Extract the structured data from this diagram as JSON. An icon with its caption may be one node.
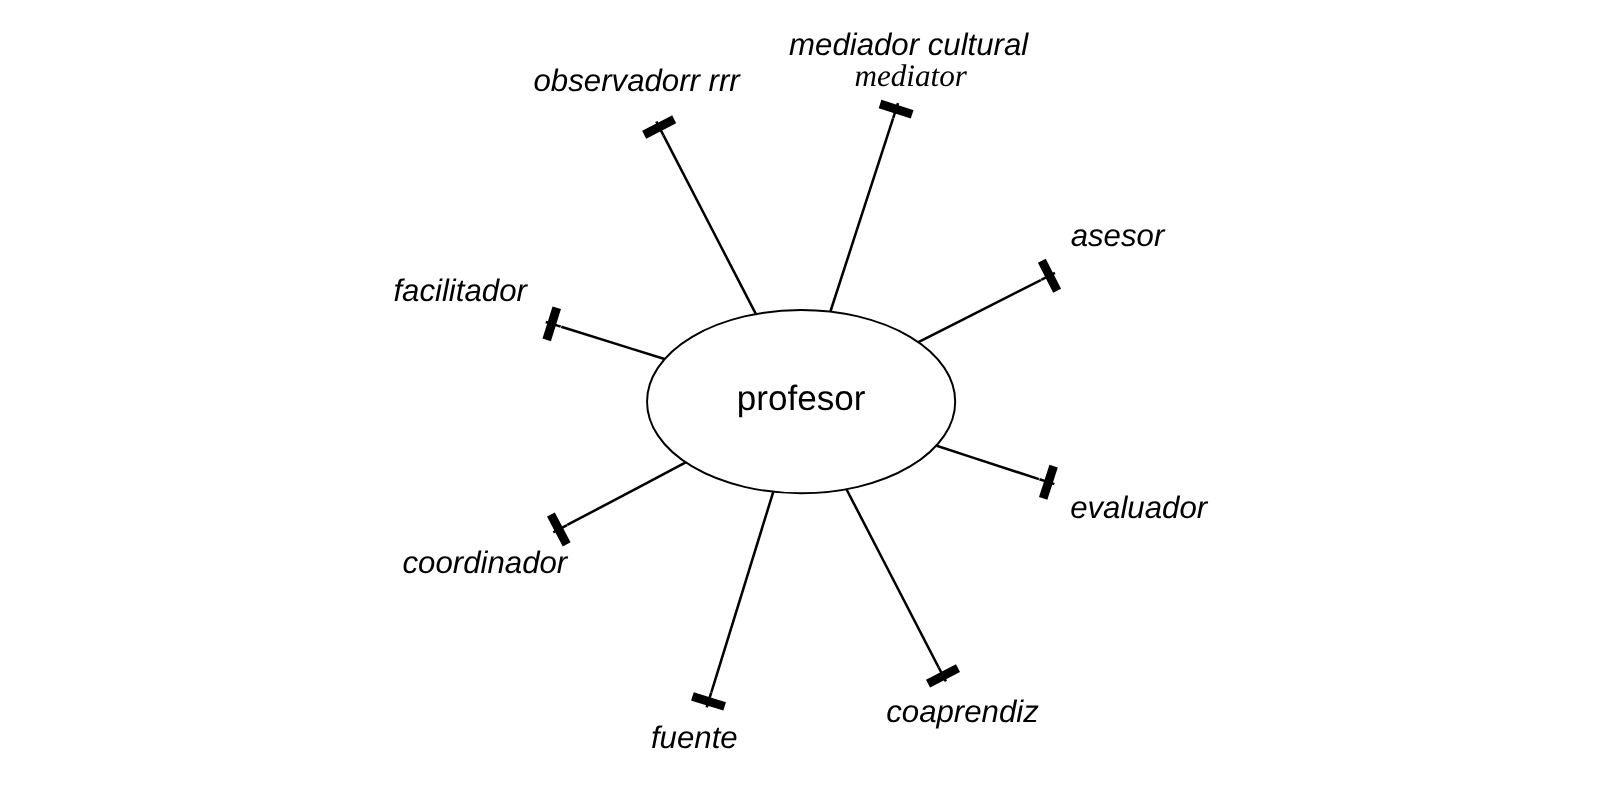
{
  "diagram": {
    "nodes": [
      {
        "text": [
          "facilitador"
        ]
      },
      {
        "text": [
          "asesor"
        ]
      },
      {
        "text": [
          "fuente"
        ]
      },
      {
        "text": [
          "profesor"
        ]
      },
      {
        "text": [
          "mediador cultural",
          "mediator"
        ]
      },
      {
        "text": [
          "observadorr rrr"
        ]
      },
      {
        "text": [
          "coordinador"
        ]
      },
      {
        "text": [
          "evaluador"
        ]
      },
      {
        "text": [
          "coaprendiz"
        ]
      }
    ],
    "edges": [
      {
        "from": 3,
        "to": 0,
        "arrow": "other"
      },
      {
        "from": 3,
        "to": 1,
        "arrow": "other"
      },
      {
        "from": 3,
        "to": 2,
        "arrow": "other"
      },
      {
        "from": 3,
        "to": 4,
        "arrow": "other"
      },
      {
        "from": 3,
        "to": 5,
        "arrow": "other"
      },
      {
        "from": 3,
        "to": 6,
        "arrow": "other"
      },
      {
        "from": 3,
        "to": 7,
        "arrow": "other"
      },
      {
        "from": 3,
        "to": 8,
        "arrow": "other"
      }
    ]
  }
}
